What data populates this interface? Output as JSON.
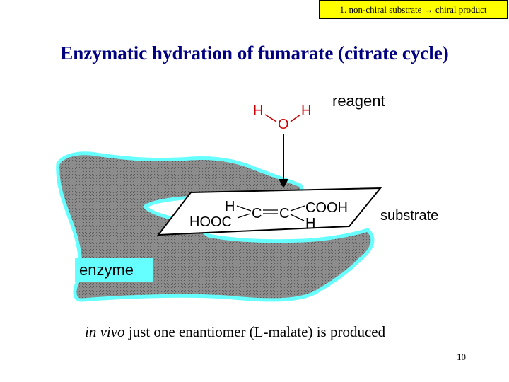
{
  "header_tag": "1. non-chiral substrate → chiral product",
  "title": "Enzymatic hydration of fumarate (citrate cycle)",
  "water": {
    "h_left": "H",
    "o": "O",
    "h_right": "H"
  },
  "labels": {
    "reagent": "reagent",
    "substrate": "substrate",
    "enzyme": "enzyme"
  },
  "fumarate": {
    "h_top": "H",
    "hooc": "HOOC",
    "c1": "C",
    "c2": "C",
    "cooh": "COOH",
    "h_bottom": "H"
  },
  "caption": {
    "italic": "in vivo",
    "rest": " just one enantiomer (L-malate) is produced"
  },
  "page_number": "10",
  "colors": {
    "title": "#000080",
    "water": "#cc0000",
    "enzyme_fill": "#808080",
    "enzyme_outline": "#66ffff",
    "tag_bg": "#ffff00"
  }
}
